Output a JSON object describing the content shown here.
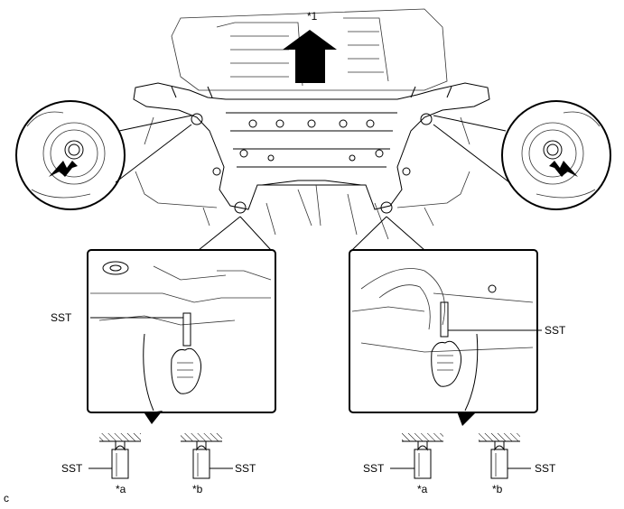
{
  "labels": {
    "front_marker": "*1",
    "sst_tl": "SST",
    "sst_tr": "SST",
    "sst_bl1": "SST",
    "sst_bl2": "SST",
    "sst_br1": "SST",
    "sst_br2": "SST",
    "a_left": "*a",
    "b_left": "*b",
    "a_right": "*a",
    "b_right": "*b",
    "corner_code": "c"
  }
}
